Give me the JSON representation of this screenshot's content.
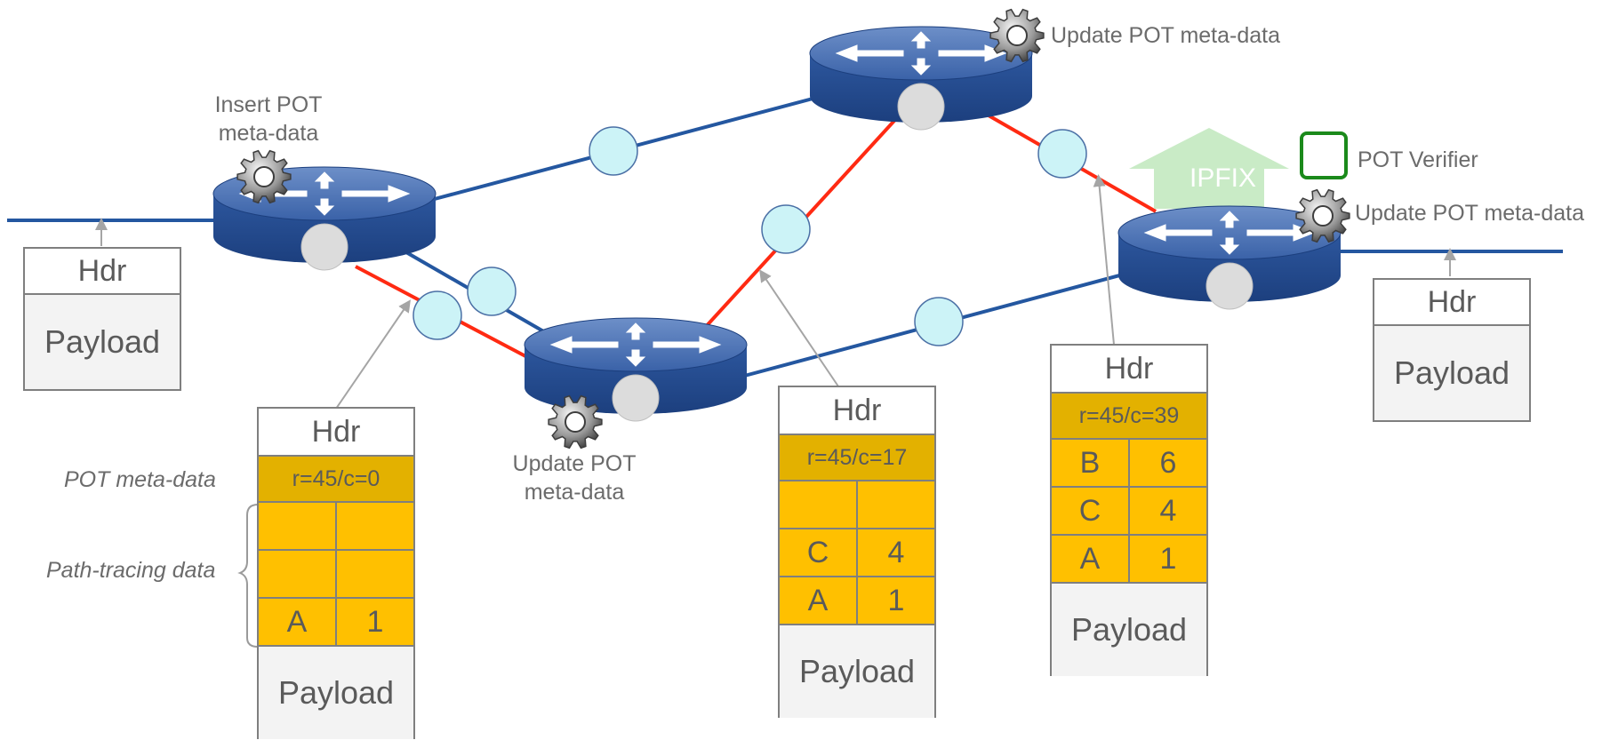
{
  "labels": {
    "insert_pot": "Insert POT\nmeta-data",
    "update_top": "Update POT meta-data",
    "update_mid": "Update POT\nmeta-data",
    "update_right": "Update POT meta-data",
    "pot_verifier": "POT Verifier",
    "pot_meta_data": "POT meta-data",
    "path_tracing_data": "Path-tracing data",
    "ipfix": "IPFIX"
  },
  "colors": {
    "link_blue": "#2457a0",
    "link_red": "#ff2a12",
    "router_blue": "#2a5198",
    "packet_meta": "#e3b100",
    "packet_trace": "#ffc000",
    "ipfix_arrow": "#c9ebc6",
    "check_green": "#1b8a1b",
    "node_cyan": "#ccf3f7"
  },
  "icons": {
    "router": "router-icon",
    "gear": "gear-icon",
    "check": "checkmark-icon"
  },
  "packets": {
    "ingress": {
      "hdr": "Hdr",
      "payload": "Payload"
    },
    "egress": {
      "hdr": "Hdr",
      "payload": "Payload"
    },
    "p1": {
      "hdr": "Hdr",
      "meta": "r=45/c=0",
      "rows": [
        [
          "",
          ""
        ],
        [
          "",
          ""
        ],
        [
          "A",
          "1"
        ]
      ],
      "payload": "Payload"
    },
    "p2": {
      "hdr": "Hdr",
      "meta": "r=45/c=17",
      "rows": [
        [
          "",
          ""
        ],
        [
          "C",
          "4"
        ],
        [
          "A",
          "1"
        ]
      ],
      "payload": "Payload"
    },
    "p3": {
      "hdr": "Hdr",
      "meta": "r=45/c=39",
      "rows": [
        [
          "B",
          "6"
        ],
        [
          "C",
          "4"
        ],
        [
          "A",
          "1"
        ]
      ],
      "payload": "Payload"
    }
  }
}
